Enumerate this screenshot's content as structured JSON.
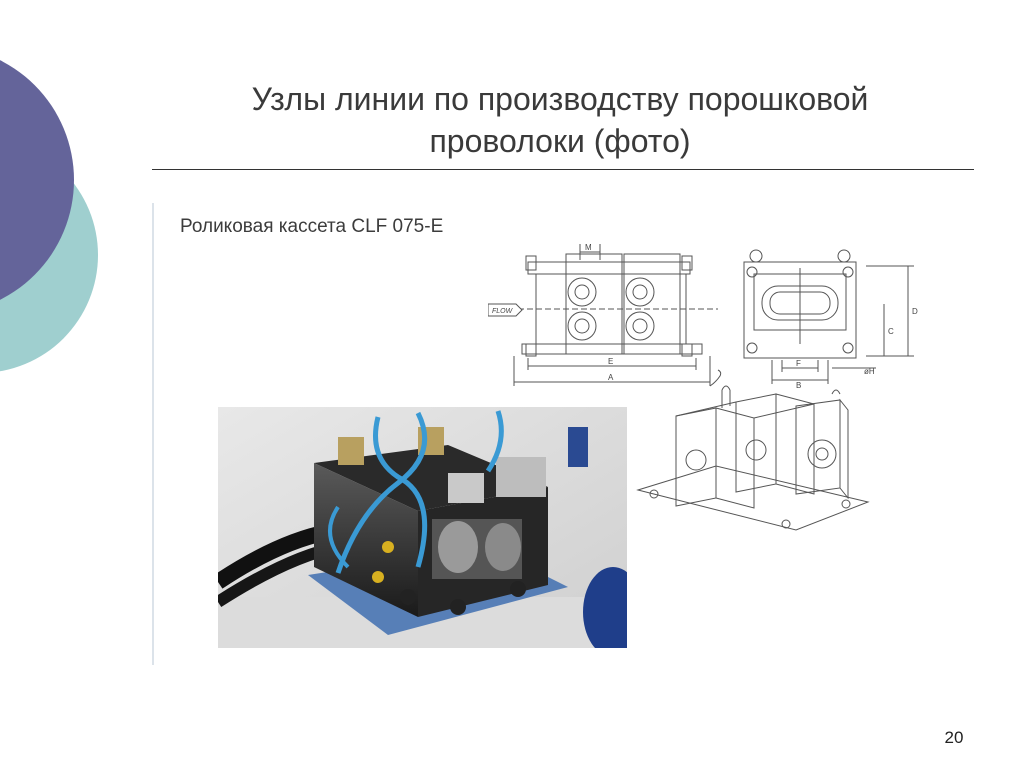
{
  "slide": {
    "title_line1": "Узлы линии по производству порошковой",
    "title_line2": "проволоки (фото)",
    "subtitle": "Роликовая кассета CLF 075-E",
    "page_number": "20"
  },
  "front_view": {
    "dim_m": "M",
    "dim_e": "E",
    "dim_a": "A",
    "flow_label": "FLOW"
  },
  "side_view": {
    "dim_d": "D",
    "dim_c": "C",
    "dim_f": "F",
    "dim_b": "B",
    "dim_h": "øH"
  },
  "colors": {
    "circle_purple": "#64649a",
    "circle_teal": "#9fcfcf",
    "title_text": "#3a3a3a",
    "drawing_line": "#555555",
    "pipe_blue": "#3a9ad4"
  }
}
